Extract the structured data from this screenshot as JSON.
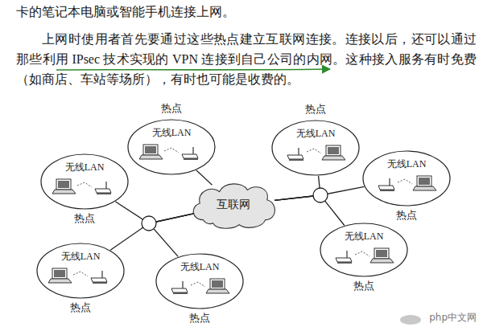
{
  "diagram": {
    "nodes": [
      {
        "text": [
          "热点",
          "无线LAN"
        ]
      },
      {
        "text": [
          "热点",
          "无线LAN"
        ]
      },
      {
        "text": [
          "无线LAN",
          "热点"
        ]
      },
      {
        "text": [
          "无线LAN",
          "热点"
        ]
      },
      {
        "text": [
          "互联网"
        ]
      },
      {
        "text": [
          "无线LAN",
          "热点"
        ]
      },
      {
        "text": [
          "无线LAN",
          "热点"
        ]
      },
      {
        "text": [
          "无线LAN",
          "热点"
        ]
      }
    ],
    "edges": [
      {
        "from": 0,
        "to": 4,
        "arrow": "none"
      },
      {
        "from": 1,
        "to": 4,
        "arrow": "none"
      },
      {
        "from": 2,
        "to": 4,
        "arrow": "none"
      },
      {
        "from": 3,
        "to": 4,
        "arrow": "none"
      },
      {
        "from": 5,
        "to": 4,
        "arrow": "none"
      },
      {
        "from": 6,
        "to": 4,
        "arrow": "none"
      },
      {
        "from": 7,
        "to": 4,
        "arrow": "none"
      }
    ],
    "labels": [
      "卡的笔记本电脑或智能手机连接上网。",
      "上网时使用者首先要通过这些热点建立互联网连接。连接以后，还可以通过那些利用 IPsec 技术实现的 VPN 连接到自己公司的内网。这种接入服务有时免费（如商店、车站等场所），有时也可能是收费的。",
      "php中文网"
    ]
  }
}
